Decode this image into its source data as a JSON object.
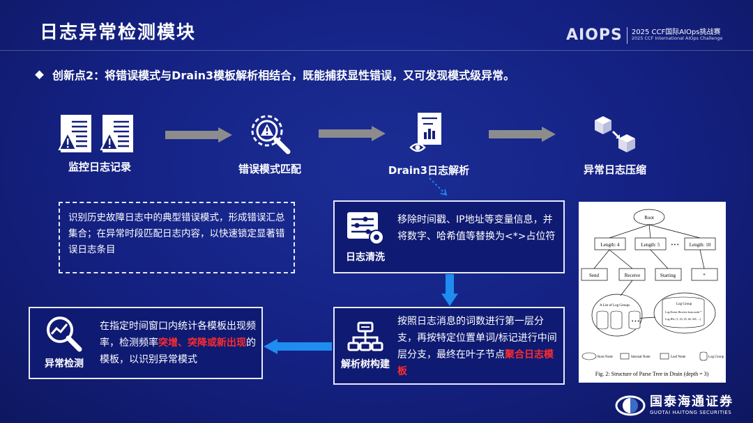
{
  "header": {
    "title": "日志异常检测模块",
    "brand_logo": "AIOPS",
    "brand_line1": "2025 CCF国际AIOps挑战赛",
    "brand_line2": "2025 CCF International AIOps Challenge"
  },
  "innovation": {
    "text": "创新点2：将错误模式与Drain3模板解析相结合，既能捕获显性错误，又可发现模式级异常。"
  },
  "pipeline": [
    {
      "label": "监控日志记录",
      "icon": "warning-documents-icon"
    },
    {
      "label": "错误模式匹配",
      "icon": "magnifier-warning-gear-icon"
    },
    {
      "label": "Drain3日志解析",
      "icon": "report-eye-icon"
    },
    {
      "label": "异常日志压缩",
      "icon": "cubes-compress-icon"
    }
  ],
  "error_pattern_note": "识别历史故障日志中的典型错误模式，形成错误汇总集合；在异常时段匹配日志内容，以快速锁定显著错误日志条目",
  "cards": {
    "log_cleaning": {
      "label": "日志清洗",
      "icon": "sliders-gear-icon",
      "text": "移除时间戳、IP地址等变量信息，并将数字、哈希值等替换为<*>占位符"
    },
    "parse_tree": {
      "label": "解析树构建",
      "icon": "hierarchy-icon",
      "text_plain": "按照日志消息的词数进行第一层分支，再按特定位置单词/标记进行中间层分支，最终在叶子节点",
      "text_highlight": "聚合日志模板"
    },
    "anomaly_detection": {
      "label": "异常检测",
      "icon": "magnifier-chart-icon",
      "text_a": "在指定时间窗口内统计各模板出现频率，检测频率",
      "text_highlight": "突增、突降或新出现",
      "text_b": "的模板，以识别异常模式"
    }
  },
  "figure": {
    "root": "Root",
    "lengths": [
      "Length: 4",
      "Length: 5",
      "• • •",
      "Length: 10"
    ],
    "leaves": [
      "Send",
      "Receive",
      "Starting",
      "*"
    ],
    "list_title": "A List of Log Groups",
    "group_title": "Log Group",
    "group_event": "Log Event:   Receive from node *",
    "group_ids": "Log IDs:  [1, 23, 25, 46, 345, ...]",
    "legend": [
      "Root Node",
      "Internal Node",
      "Leaf Node",
      "Log Group"
    ],
    "caption": "Fig. 2: Structure of Parse Tree in Drain (depth = 3)"
  },
  "footer": {
    "company_cn": "国泰海通证券",
    "company_en": "GUOTAI HAITONG SECURITIES"
  },
  "colors": {
    "background": "#14217a",
    "highlight": "#ff2b2b",
    "arrow_gray": "#8c8c8c",
    "arrow_blue": "#1f8cf0"
  }
}
